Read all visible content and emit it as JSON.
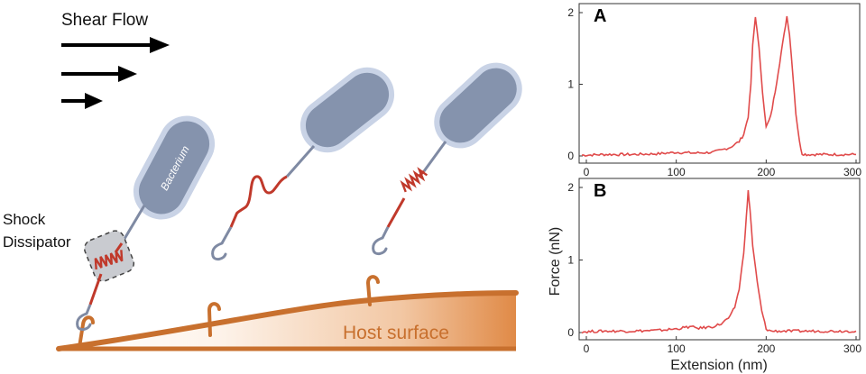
{
  "diagram": {
    "flow_label": "Shear Flow",
    "dissipator_label_line1": "Shock",
    "dissipator_label_line2": "Dissipator",
    "bacterium_label": "Bacterium",
    "surface_label": "Host surface",
    "colors": {
      "bacterium_fill": "#8593ad",
      "bacterium_halo": "#c9d3e6",
      "spring": "#c0392b",
      "stalk": "#7f8aa3",
      "surface": "#c8702e",
      "surface_light": "#f6ddc8",
      "arrow": "#000000"
    }
  },
  "chart_data": [
    {
      "panel": "A",
      "type": "line",
      "title": "",
      "xlabel": "",
      "ylabel": "",
      "xlim": [
        0,
        300
      ],
      "ylim": [
        0,
        2
      ],
      "xticks": [
        0,
        100,
        200,
        300
      ],
      "yticks": [
        0,
        1,
        2
      ],
      "color": "#e04b4b",
      "x": [
        -5,
        20,
        50,
        80,
        100,
        120,
        140,
        150,
        160,
        170,
        175,
        180,
        183,
        185,
        188,
        192,
        196,
        200,
        205,
        210,
        215,
        220,
        223,
        226,
        230,
        233,
        237,
        240,
        245,
        260,
        280,
        300
      ],
      "y": [
        0.01,
        0.02,
        0.02,
        0.03,
        0.05,
        0.04,
        0.05,
        0.08,
        0.12,
        0.2,
        0.3,
        0.55,
        1.0,
        1.55,
        1.95,
        1.5,
        0.9,
        0.4,
        0.55,
        0.9,
        1.3,
        1.7,
        1.95,
        1.7,
        1.1,
        0.6,
        0.2,
        0.03,
        0.02,
        0.02,
        0.02,
        0.02
      ]
    },
    {
      "panel": "B",
      "type": "line",
      "title": "",
      "xlabel": "Extension (nm)",
      "ylabel": "Force (nN)",
      "xlim": [
        0,
        300
      ],
      "ylim": [
        0,
        2
      ],
      "xticks": [
        0,
        100,
        200,
        300
      ],
      "yticks": [
        0,
        1,
        2
      ],
      "color": "#e04b4b",
      "x": [
        -5,
        20,
        50,
        80,
        100,
        115,
        125,
        140,
        150,
        160,
        165,
        170,
        175,
        178,
        180,
        182,
        185,
        190,
        195,
        200,
        205,
        220,
        260,
        300
      ],
      "y": [
        0.01,
        0.02,
        0.02,
        0.03,
        0.05,
        0.08,
        0.06,
        0.08,
        0.12,
        0.22,
        0.35,
        0.6,
        1.1,
        1.6,
        1.95,
        1.7,
        1.2,
        0.7,
        0.3,
        0.05,
        0.02,
        0.02,
        0.02,
        0.02
      ]
    }
  ]
}
